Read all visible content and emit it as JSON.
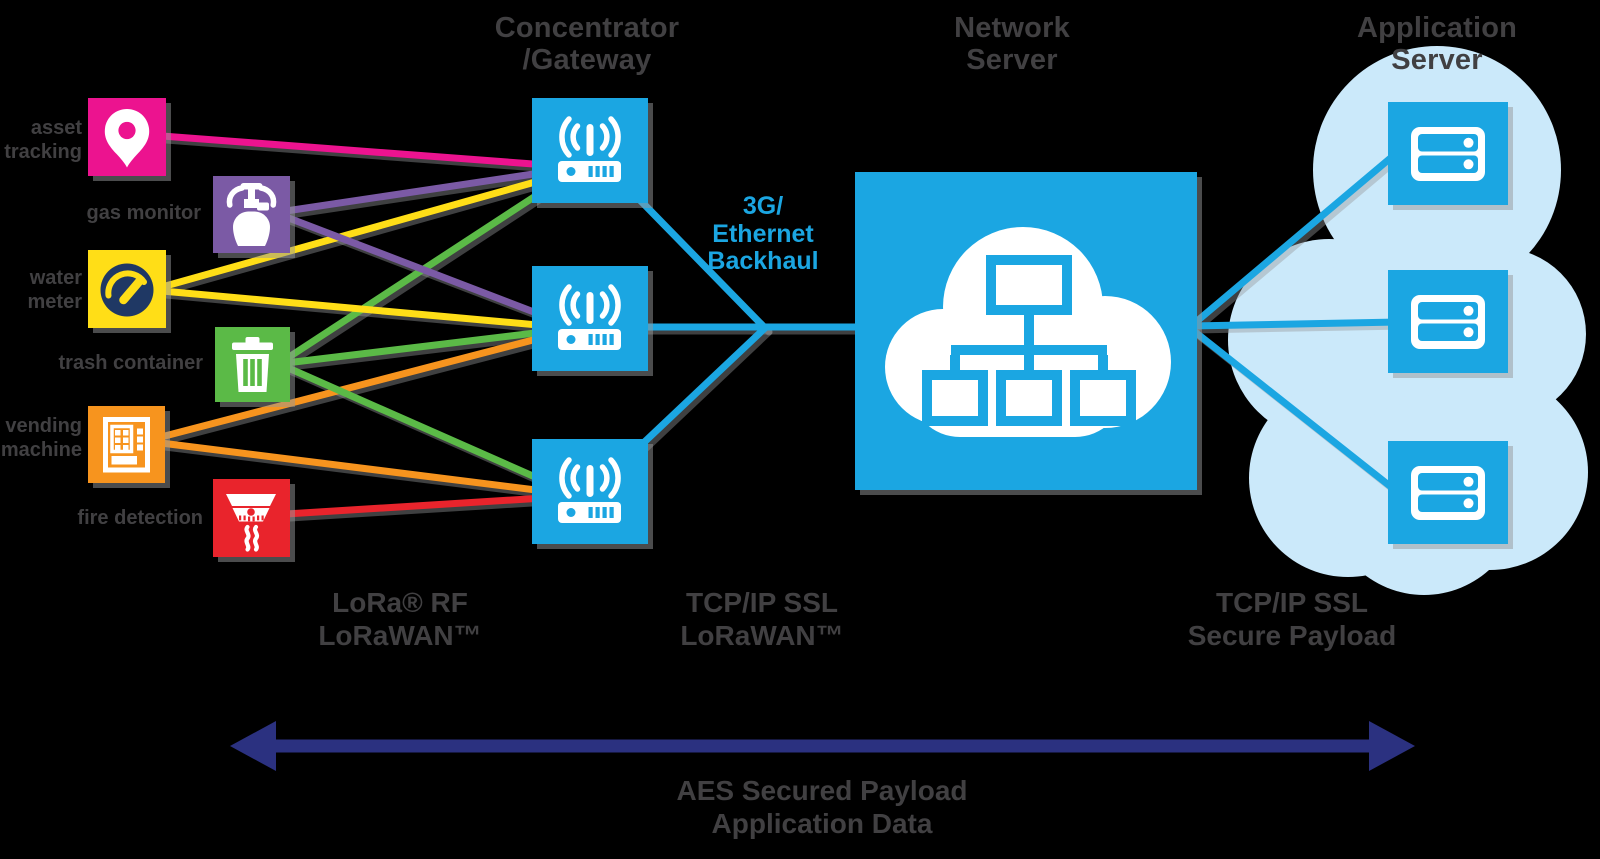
{
  "headers": {
    "gateway": {
      "line1": "Concentrator",
      "line2": "/Gateway"
    },
    "network_server": {
      "line1": "Network",
      "line2": "Server"
    },
    "application_server": {
      "line1": "Application",
      "line2": "Server"
    }
  },
  "devices": {
    "asset_tracking": {
      "line1": "asset",
      "line2": "tracking"
    },
    "gas_monitor": {
      "line1": "gas monitor"
    },
    "water_meter": {
      "line1": "water",
      "line2": "meter"
    },
    "trash_container": {
      "line1": "trash container"
    },
    "vending_machine": {
      "line1": "vending",
      "line2": "machine"
    },
    "fire_detection": {
      "line1": "fire detection"
    }
  },
  "connection_labels": {
    "backhaul": {
      "line1": "3G/",
      "line2": "Ethernet",
      "line3": "Backhaul"
    },
    "device_to_gateway": {
      "line1": "LoRa® RF",
      "line2": "LoRaWAN™"
    },
    "gateway_to_network": {
      "line1": "TCP/IP SSL",
      "line2": "LoRaWAN™"
    },
    "network_to_application": {
      "line1": "TCP/IP SSL",
      "line2": "Secure Payload"
    }
  },
  "footer": {
    "line1": "AES Secured Payload",
    "line2": "Application Data"
  },
  "icons": {
    "asset_tracking": "location-pin-icon",
    "gas_monitor": "gas-tank-icon",
    "water_meter": "gauge-icon",
    "trash_container": "trash-can-icon",
    "vending_machine": "vending-machine-icon",
    "fire_detection": "smoke-detector-icon",
    "gateway": "wireless-router-icon",
    "network_server": "cloud-network-icon",
    "application_server": "server-rack-icon"
  },
  "colors": {
    "magenta": "#EC138F",
    "purple": "#7B5AA5",
    "yellow": "#FFDE17",
    "navy": "#1F3864",
    "green": "#5BBA47",
    "orange": "#F7941E",
    "red": "#E9242C",
    "blue": "#1BA6E2",
    "light_blue": "#CBE9FA",
    "arrow_navy": "#2B3180",
    "label_dark": "#414042",
    "background": "#000000"
  }
}
